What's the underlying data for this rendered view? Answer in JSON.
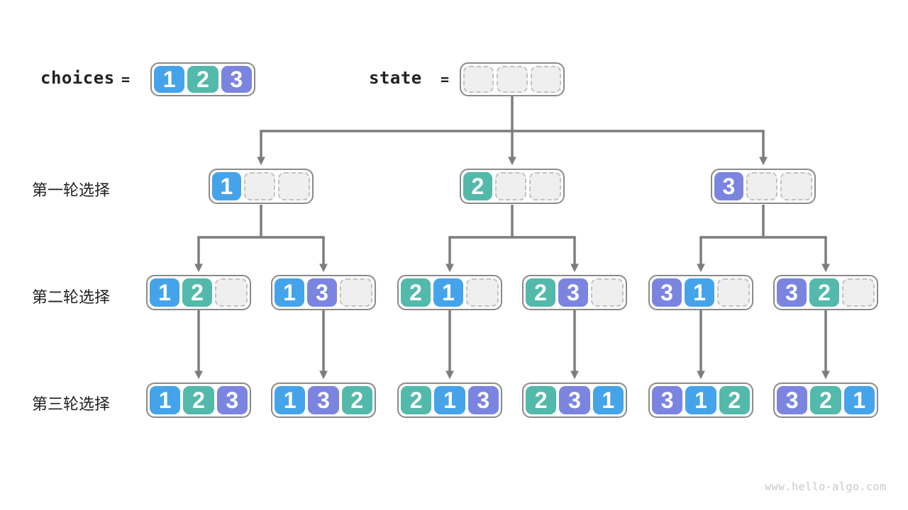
{
  "header": {
    "choices_label": "choices",
    "choices_equals": "=",
    "choices_cells": [
      "1",
      "2",
      "3"
    ],
    "state_label": "state",
    "state_equals": "=",
    "state_cells": [
      "",
      "",
      ""
    ]
  },
  "rows": [
    {
      "label": "第一轮选择",
      "boxes": [
        [
          "1",
          "",
          ""
        ],
        [
          "2",
          "",
          ""
        ],
        [
          "3",
          "",
          ""
        ]
      ]
    },
    {
      "label": "第二轮选择",
      "boxes": [
        [
          "1",
          "2",
          ""
        ],
        [
          "1",
          "3",
          ""
        ],
        [
          "2",
          "1",
          ""
        ],
        [
          "2",
          "3",
          ""
        ],
        [
          "3",
          "1",
          ""
        ],
        [
          "3",
          "2",
          ""
        ]
      ]
    },
    {
      "label": "第三轮选择",
      "boxes": [
        [
          "1",
          "2",
          "3"
        ],
        [
          "1",
          "3",
          "2"
        ],
        [
          "2",
          "1",
          "3"
        ],
        [
          "2",
          "3",
          "1"
        ],
        [
          "3",
          "1",
          "2"
        ],
        [
          "3",
          "2",
          "1"
        ]
      ]
    }
  ],
  "colors": {
    "cell_1": "#45A4E9",
    "cell_2": "#53B9AB",
    "cell_3": "#7B85E0",
    "connector": "#7D7D7D",
    "empty_cell_bg": "#EFEFEF",
    "empty_cell_border": "#C2C2C2",
    "box_border": "#8A8A8A",
    "watermark": "#C8C8C8"
  },
  "footer": {
    "watermark": "www.hello-algo.com"
  }
}
